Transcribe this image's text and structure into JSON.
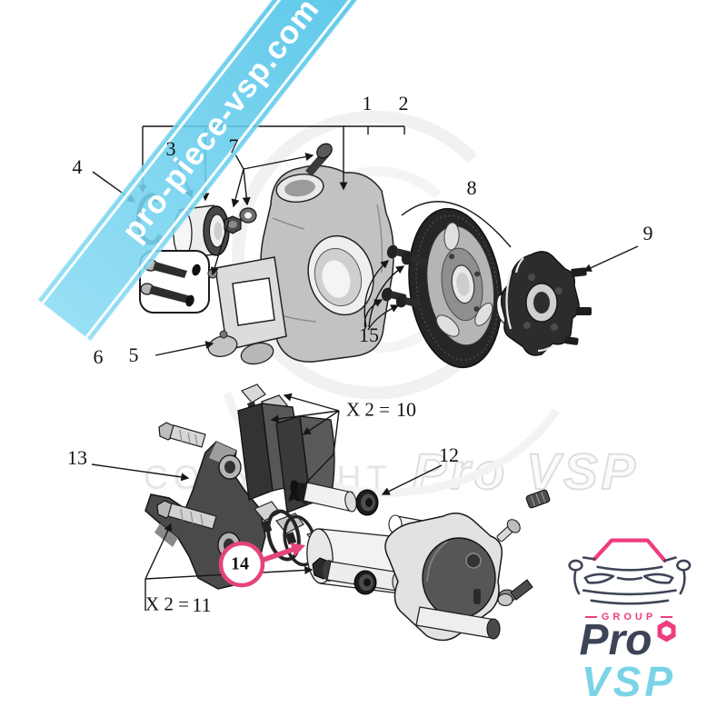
{
  "ribbon": {
    "text": "pro-piece-vsp.com"
  },
  "watermark": {
    "copyright": "COPYRIGHT",
    "brand": "Pro VSP"
  },
  "callouts": [
    {
      "label": "1"
    },
    {
      "label": "2"
    },
    {
      "label": "3"
    },
    {
      "label": "4"
    },
    {
      "label": "5"
    },
    {
      "label": "6"
    },
    {
      "label": "7"
    },
    {
      "label": "8"
    },
    {
      "label": "9"
    },
    {
      "label": "10"
    },
    {
      "label": "11"
    },
    {
      "label": "12"
    },
    {
      "label": "13"
    },
    {
      "label": "14"
    },
    {
      "label": "15"
    }
  ],
  "multipliers": {
    "pads": "X 2 =",
    "bolts": "X 2 ="
  },
  "highlight": {
    "label": "14",
    "color": "#e5437c"
  },
  "logo": {
    "group": "GROUP",
    "brand_top": "Pro",
    "brand_bottom": "VSP",
    "colors": {
      "pink": "#ee3d7f",
      "navy": "#3e4457",
      "cyan": "#7ad4e6"
    }
  },
  "colors": {
    "ribbon_start": "#89dbf3",
    "ribbon_end": "#40bee5",
    "ink": "#161616",
    "watermark_gray": "#e6e6e6"
  }
}
